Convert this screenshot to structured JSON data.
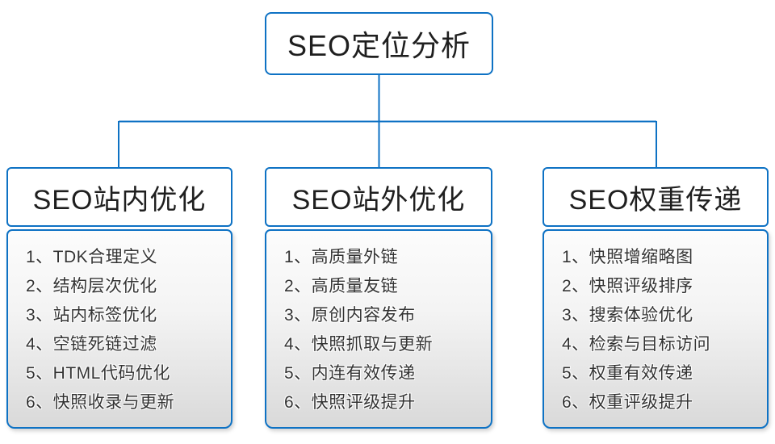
{
  "colors": {
    "accent": "#0e72c4",
    "panel_top": "#fcfcfc",
    "panel_bottom": "#d9d9d9",
    "node_text": "#1f1f1f",
    "item_text": "#333333"
  },
  "root": {
    "label": "SEO定位分析"
  },
  "columns": [
    {
      "header": "SEO站内优化",
      "items": [
        "1、TDK合理定义",
        "2、结构层次优化",
        "3、站内标签优化",
        "4、空链死链过滤",
        "5、HTML代码优化",
        "6、快照收录与更新"
      ]
    },
    {
      "header": "SEO站外优化",
      "items": [
        "1、高质量外链",
        "2、高质量友链",
        "3、原创内容发布",
        "4、快照抓取与更新",
        "5、内连有效传递",
        "6、快照评级提升"
      ]
    },
    {
      "header": "SEO权重传递",
      "items": [
        "1、快照增缩略图",
        "2、快照评级排序",
        "3、搜索体验优化",
        "4、检索与目标访问",
        "5、权重有效传递",
        "6、权重评级提升"
      ]
    }
  ]
}
